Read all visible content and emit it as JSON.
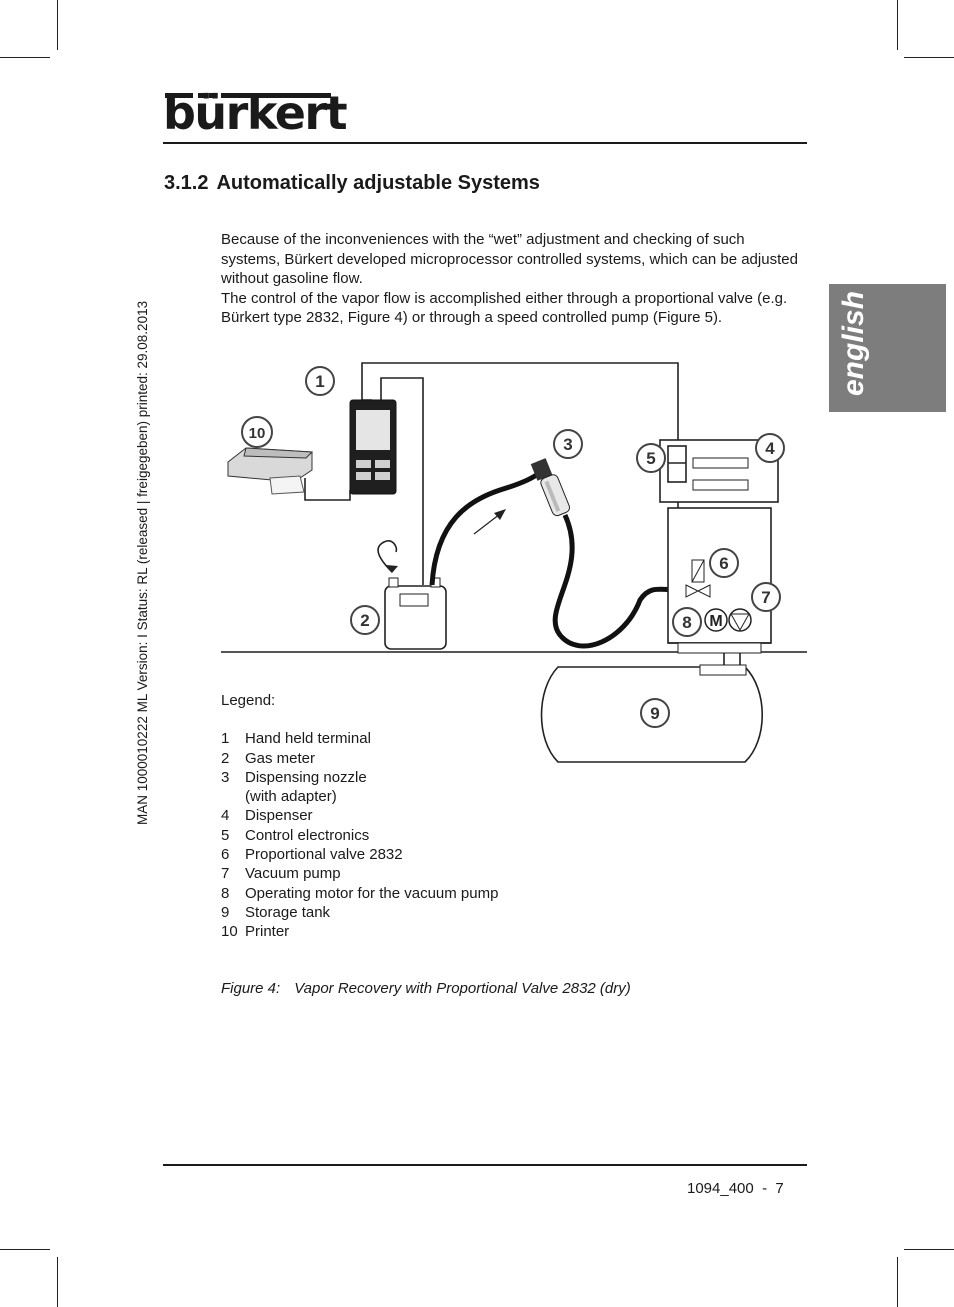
{
  "header": {
    "brand": "bürkert"
  },
  "section": {
    "number": "3.1.2",
    "title": "Automatically adjustable Systems"
  },
  "body": {
    "paragraph1": "Because of the inconveniences with the “wet” adjustment and checking of such systems, Bürkert developed microprocessor controlled systems, which can be adjusted without gasoline flow.",
    "paragraph2": "The control of the vapor flow is accomplished either through a proportional valve (e.g. Bürkert type 2832, Figure 4) or through a speed controlled pump (Figure 5)."
  },
  "side_note": "MAN  1000010222  ML  Version: I  Status: RL (released | freigegeben)  printed: 29.08.2013",
  "language_tab": "english",
  "diagram": {
    "callouts": [
      "1",
      "2",
      "3",
      "4",
      "5",
      "6",
      "7",
      "8",
      "9",
      "10"
    ],
    "motor_label": "M"
  },
  "legend": {
    "title": "Legend:",
    "items": [
      {
        "num": "1",
        "text": "Hand held terminal"
      },
      {
        "num": "2",
        "text": "Gas meter"
      },
      {
        "num": "3",
        "text": "Dispensing nozzle\n(with adapter)"
      },
      {
        "num": "4",
        "text": "Dispenser"
      },
      {
        "num": "5",
        "text": "Control electronics"
      },
      {
        "num": "6",
        "text": "Proportional valve 2832"
      },
      {
        "num": "7",
        "text": "Vacuum pump"
      },
      {
        "num": "8",
        "text": "Operating motor for the vacuum pump"
      },
      {
        "num": "9",
        "text": "Storage tank"
      },
      {
        "num": "10",
        "text": "Printer"
      }
    ]
  },
  "caption": {
    "label": "Figure 4:",
    "text": "Vapor Recovery with Proportional Valve 2832 (dry)"
  },
  "footer": {
    "page": "1094_400  -  7"
  }
}
